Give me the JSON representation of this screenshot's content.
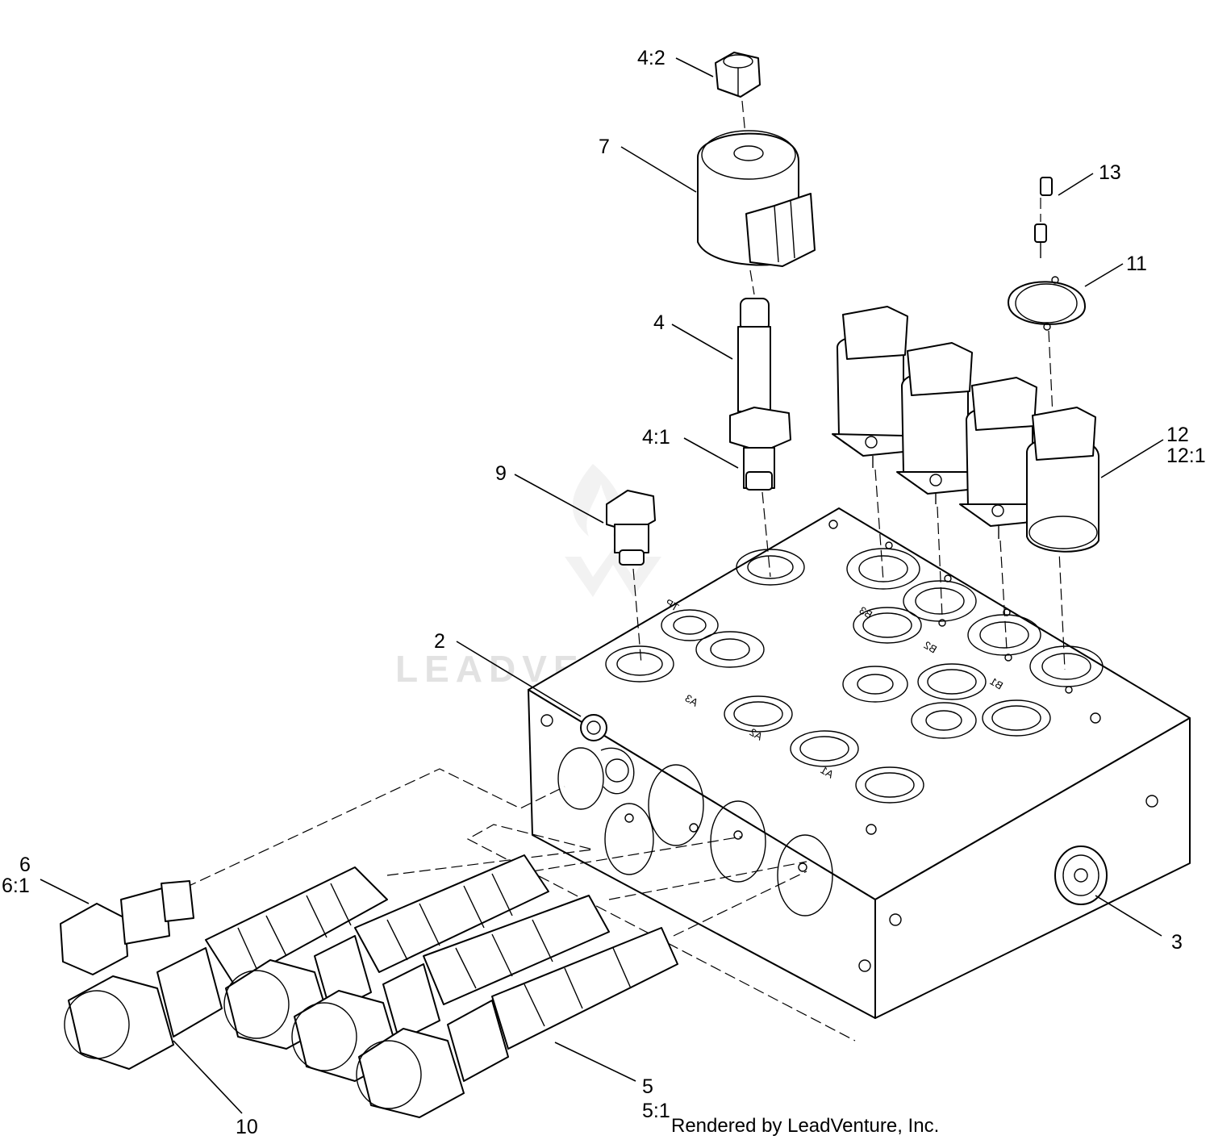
{
  "callouts": {
    "c4_2": "4:2",
    "c7": "7",
    "c13": "13",
    "c11": "11",
    "c4": "4",
    "c4_1": "4:1",
    "c9": "9",
    "c12": "12",
    "c12_1": "12:1",
    "c2": "2",
    "c6": "6",
    "c6_1": "6:1",
    "c3": "3",
    "c5": "5",
    "c5_1": "5:1",
    "c10": "10"
  },
  "port_labels": {
    "tp": "TP",
    "b3": "B3",
    "b2": "B2",
    "b1": "B1",
    "a3": "A3",
    "a2": "A2",
    "a1": "A1"
  },
  "watermark": "LEADVENTURE",
  "footer": "Rendered by LeadVenture, Inc."
}
